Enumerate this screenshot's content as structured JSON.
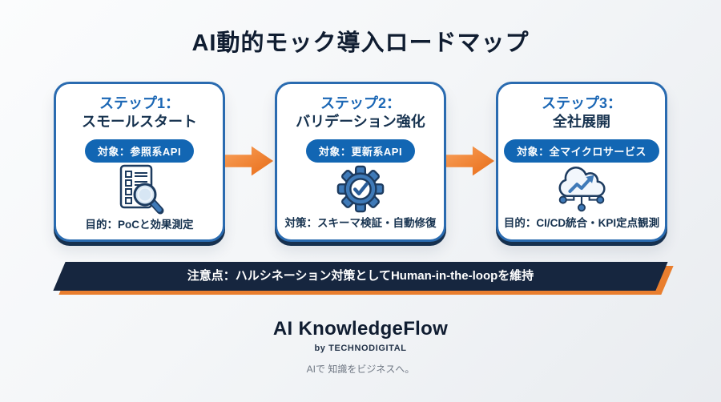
{
  "title": "AI動的モック導入ロードマップ",
  "steps": [
    {
      "step_label": "ステップ1：",
      "name": "スモールスタート",
      "badge": "対象：参照系API",
      "detail": "目的：PoCと効果測定",
      "icon": "document-search-icon"
    },
    {
      "step_label": "ステップ2：",
      "name": "バリデーション強化",
      "badge": "対象：更新系API",
      "detail": "対策：スキーマ検証・自動修復",
      "icon": "gear-check-icon"
    },
    {
      "step_label": "ステップ3：",
      "name": "全社展開",
      "badge": "対象：全マイクロサービス",
      "detail": "目的：CI/CD統合・KPI定点観測",
      "icon": "cloud-growth-icon"
    }
  ],
  "note": "注意点：ハルシネーション対策としてHuman-in-the-loopを維持",
  "footer": {
    "logo": "AI KnowledgeFlow",
    "byline": "by TECHNODIGITAL",
    "tagline": "AIで 知識をビジネスへ。"
  },
  "colors": {
    "accent_blue": "#1266b3",
    "navy": "#16263f",
    "orange": "#ed7423",
    "card_border": "#2a6bb0"
  }
}
